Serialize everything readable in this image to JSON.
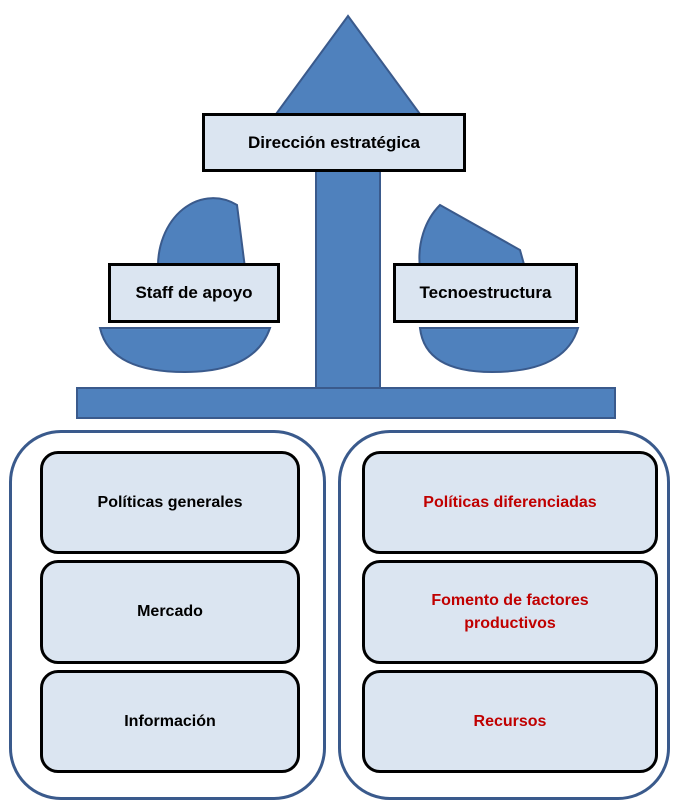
{
  "top": {
    "title": "Dirección estratégica",
    "left": "Staff de apoyo",
    "right": "Tecnoestructura"
  },
  "left_group": {
    "items": [
      "Políticas generales",
      "Mercado",
      "Información"
    ]
  },
  "right_group": {
    "items": [
      "Políticas  diferenciadas",
      "Fomento de factores productivos",
      "Recursos"
    ]
  },
  "colors": {
    "shape_fill": "#4f81bd",
    "shape_stroke": "#3a5a8c",
    "box_fill": "#dbe5f1",
    "accent_text": "#c00000"
  }
}
